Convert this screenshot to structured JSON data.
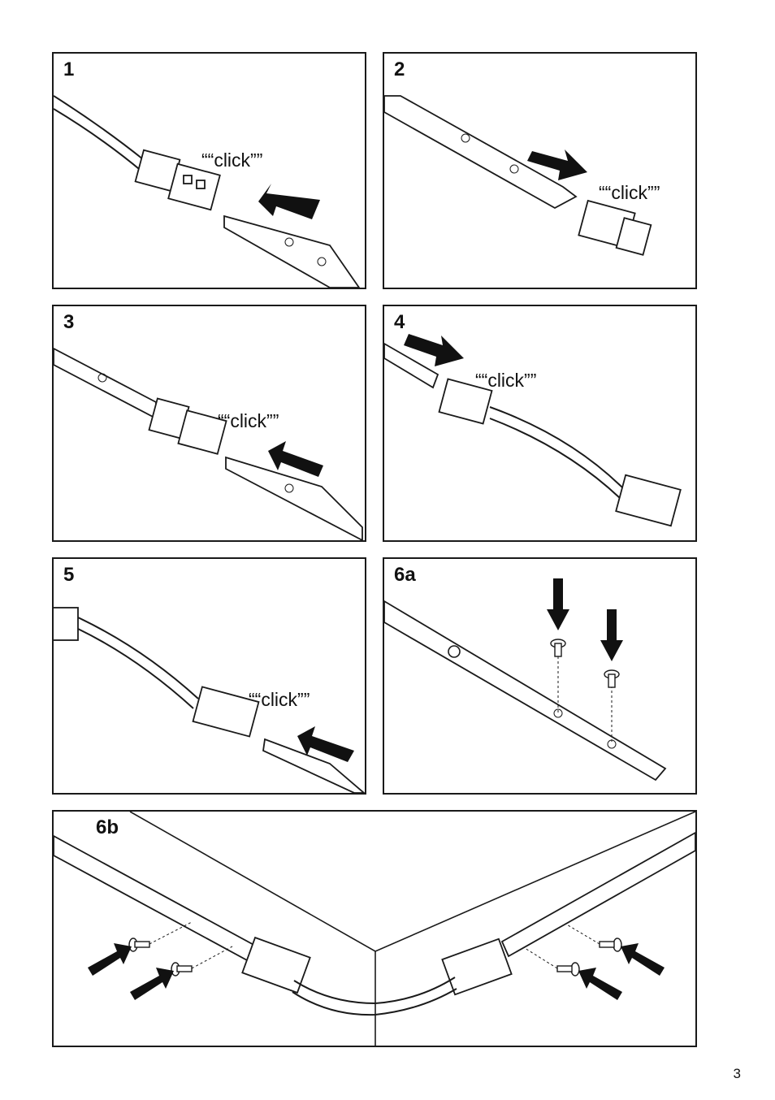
{
  "steps": [
    {
      "label": "1",
      "caption": "““click””"
    },
    {
      "label": "2",
      "caption": "““click””"
    },
    {
      "label": "3",
      "caption": "““click””"
    },
    {
      "label": "4",
      "caption": "““click””"
    },
    {
      "label": "5",
      "caption": "““click””"
    },
    {
      "label": "6a"
    },
    {
      "label": "6b"
    }
  ],
  "page_number": "3",
  "colors": {
    "line": "#1a1a1a",
    "arrow": "#111111",
    "background": "#ffffff"
  }
}
